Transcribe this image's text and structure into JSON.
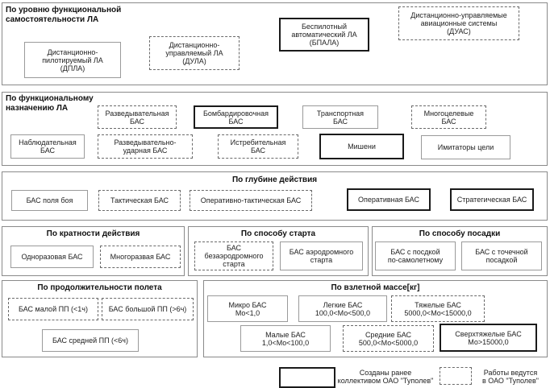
{
  "sections": {
    "autonomy": {
      "title": "По уровню функциональной\nсамостоятельности ЛА",
      "items": [
        "Дистанционно-\nпилотируемый ЛА\n(ДПЛА)",
        "Дистанционно-\nуправляемый ЛА\n(ДУЛА)",
        "Беспилотный\nавтоматический ЛА\n(БПАЛА)",
        "Дистанционно-управляемые\nавиационные системы\n(ДУАС)"
      ]
    },
    "purpose": {
      "title": "По функциональному\nназначению ЛА",
      "items": [
        "Разведывательная\nБАС",
        "Бомбардировочная\nБАС",
        "Транспортная\nБАС",
        "Многоцелевые\nБАС",
        "Наблюдательная\nБАС",
        "Разведывательно-\nударная БАС",
        "Истребительная\nБАС",
        "Мишени",
        "Имитаторы цели"
      ]
    },
    "depth": {
      "title": "По глубине действия",
      "items": [
        "БАС поля боя",
        "Тактическая БАС",
        "Оперативно-тактическая БАС",
        "Оперативная БАС",
        "Стратегическая БАС"
      ]
    },
    "multiplicity": {
      "title": "По кратности действия",
      "items": [
        "Одноразовая БАС",
        "Многоразвая БАС"
      ]
    },
    "launch": {
      "title": "По способу старта",
      "items": [
        "БАС\nбезаэродромного\nстарта",
        "БАС аэродромного\nстарта"
      ]
    },
    "landing": {
      "title": "По способу посадки",
      "items": [
        "БАС с посдкой\nпо-самолетному",
        "БАС с точечной\nпосадкой"
      ]
    },
    "duration": {
      "title": "По продолжительности полета",
      "items": [
        "БАС малой ПП (<1ч)",
        "БАС большой ПП (>6ч)",
        "БАС средней ПП (<6ч)"
      ]
    },
    "mass": {
      "title": "По взлетной массе[кг]",
      "items": [
        "Микро БАС\nМо<1,0",
        "Легкие БАС\n100,0<Мо<500,0",
        "Тяжелые БАС\n5000,0<Мо<15000,0",
        "Малые БАС\n1,0<Мо<100,0",
        "Средние БАС\n500,0<Мо<5000,0",
        "Сверхтяжелые БАС\nМо>15000,0"
      ]
    }
  },
  "legend": {
    "created": "Созданы ранее\nколлективом ОАО \"Туполев\"",
    "in_progress": "Работы ведутся\nв ОАО \"Туполев\""
  }
}
